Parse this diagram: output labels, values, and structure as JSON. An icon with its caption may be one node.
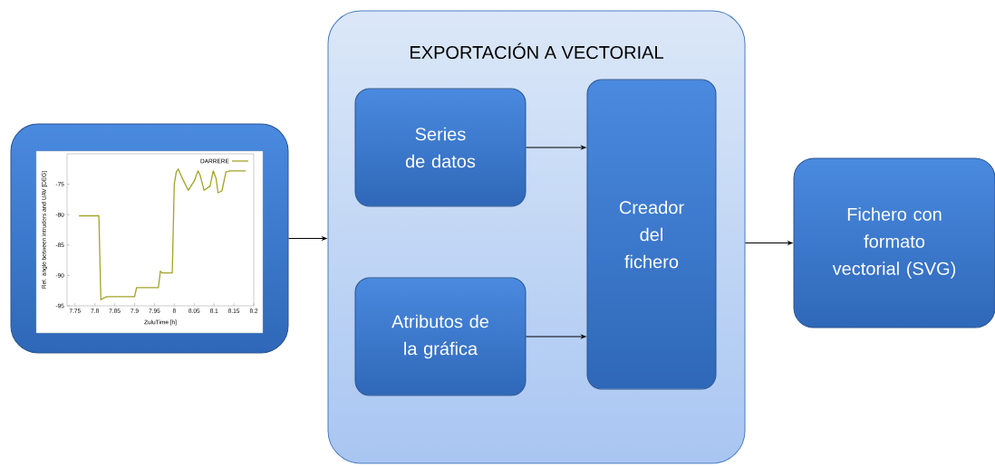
{
  "diagram": {
    "nodes": [
      {
        "text": [],
        "shape": "box"
      },
      {
        "text": [
          "EXPORTACIÓN A VECTORIAL"
        ]
      },
      {
        "text": [
          "Series de datos"
        ],
        "in": 1
      },
      {
        "text": [
          "Atributos de la gráfica"
        ],
        "in": 1
      },
      {
        "text": [
          "Creador del fichero"
        ],
        "in": 1
      },
      {
        "text": [
          "Fichero con formato vectorial (SVG)"
        ]
      }
    ],
    "edges": [
      {
        "from": 0,
        "to": 1,
        "arrow": "to"
      },
      {
        "from": 2,
        "to": 4,
        "arrow": "to"
      },
      {
        "from": 3,
        "to": 4,
        "arrow": "to"
      },
      {
        "from": 1,
        "to": 5,
        "arrow": "to"
      }
    ],
    "chart_data": {
      "type": "line",
      "xlabel": "ZuluTime [h]",
      "ylabel": "Rel. angle between intruders and UAV [DEG]",
      "x": [
        7.76,
        7.81,
        7.815,
        7.82,
        7.83,
        7.9,
        7.905,
        7.96,
        7.965,
        7.97,
        7.995,
        8.0,
        8.005,
        8.01,
        8.02,
        8.035,
        8.05,
        8.06,
        8.065,
        8.075,
        8.09,
        8.098,
        8.105,
        8.11,
        8.12,
        8.13,
        8.14,
        8.18
      ],
      "series": [
        {
          "name": "DARRERE",
          "color": "#a3a32a",
          "values": [
            -80.2,
            -80.2,
            -94,
            -93.8,
            -93.5,
            -93.5,
            -92,
            -92,
            -89.3,
            -89.6,
            -89.6,
            -75,
            -73,
            -72.5,
            -74,
            -76,
            -74.5,
            -72.8,
            -73.5,
            -76,
            -75.3,
            -72.8,
            -74,
            -76.4,
            -76.1,
            -73,
            -72.8,
            -72.8
          ]
        }
      ],
      "xlim": [
        7.73,
        8.2
      ],
      "ylim": [
        -95,
        -70
      ],
      "xticks": [
        7.75,
        7.8,
        7.85,
        7.9,
        7.95,
        8,
        8.05,
        8.1,
        8.15,
        8.2
      ],
      "yticks": [
        -95,
        -90,
        -85,
        -80,
        -75
      ]
    }
  }
}
